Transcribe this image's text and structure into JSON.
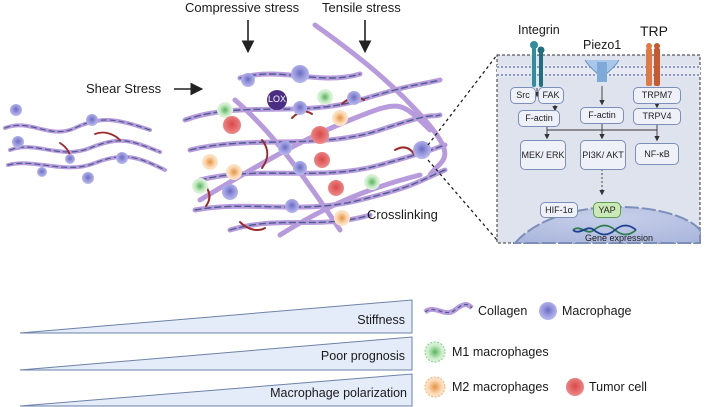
{
  "stress": {
    "compressive": "Compressive stress",
    "tensile": "Tensile stress",
    "shear": "Shear Stress"
  },
  "matrix": {
    "lox": "LOX",
    "crosslinking": "Crosslinking"
  },
  "mechanosensors": {
    "integrin": "Integrin",
    "piezo1": "Piezo1",
    "trp": "TRP"
  },
  "signaling": {
    "src": "Src",
    "fak": "FAK",
    "factin_left": "F-actin",
    "factin_mid": "F-actin",
    "trpm7": "TRPM7",
    "trpv4": "TRPV4",
    "mek_erk": "MEK/ ERK",
    "pi3k_akt": "PI3K/ AKT",
    "nfkb": "NF-κB",
    "hif1a": "HIF-1α",
    "yap": "YAP",
    "gene_expression": "Gene expression"
  },
  "trends": {
    "stiffness": "Stiffness",
    "poor_prognosis": "Poor prognosis",
    "macrophage_polarization": "Macrophage polarization"
  },
  "legend": {
    "collagen": "Collagen",
    "macrophage": "Macrophage",
    "m1": "M1 macrophages",
    "m2": "M2 macrophages",
    "tumor": "Tumor cell"
  },
  "colors": {
    "collagen": "#b89bdc",
    "collagen_dark": "#4a5f8f",
    "macrophage": "#8f8fd8",
    "m1": "#7fcf84",
    "m2": "#f2b27a",
    "tumor": "#e86a6a",
    "lox": "#4b2e83",
    "cell_panel": "#dfe3ee",
    "crosslink": "#9e2a2a"
  }
}
